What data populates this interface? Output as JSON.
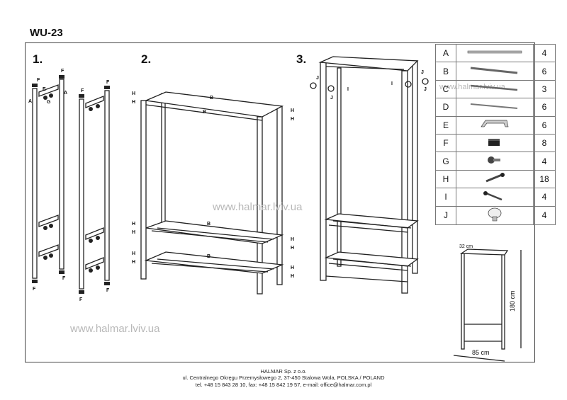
{
  "title": "WU-23",
  "steps": [
    "1.",
    "2.",
    "3."
  ],
  "watermark": "www.halmar.lviv.ua",
  "parts": [
    {
      "letter": "A",
      "qty": "4",
      "icon": "long-bar-icon"
    },
    {
      "letter": "B",
      "qty": "6",
      "icon": "bar-icon"
    },
    {
      "letter": "C",
      "qty": "3",
      "icon": "bar-icon"
    },
    {
      "letter": "D",
      "qty": "6",
      "icon": "bar-icon"
    },
    {
      "letter": "E",
      "qty": "6",
      "icon": "bracket-icon"
    },
    {
      "letter": "F",
      "qty": "8",
      "icon": "foot-pad-icon"
    },
    {
      "letter": "G",
      "qty": "4",
      "icon": "screw-icon"
    },
    {
      "letter": "H",
      "qty": "18",
      "icon": "bolt-icon"
    },
    {
      "letter": "I",
      "qty": "4",
      "icon": "bolt-icon"
    },
    {
      "letter": "J",
      "qty": "4",
      "icon": "hook-icon"
    }
  ],
  "dimensions": {
    "depth": "32 cm",
    "height": "180 cm",
    "width": "85 cm"
  },
  "footer": {
    "company": "HALMAR Sp. z o.o.",
    "address": "ul. Centralnego Okręgu Przemysłowego 2, 37-450 Stalowa Wola, POLSKA / POLAND",
    "contact": "tel. +48 15 843 28 10, fax: +48 15 842 19 57, e-mail: office@halmar.com.pl"
  }
}
